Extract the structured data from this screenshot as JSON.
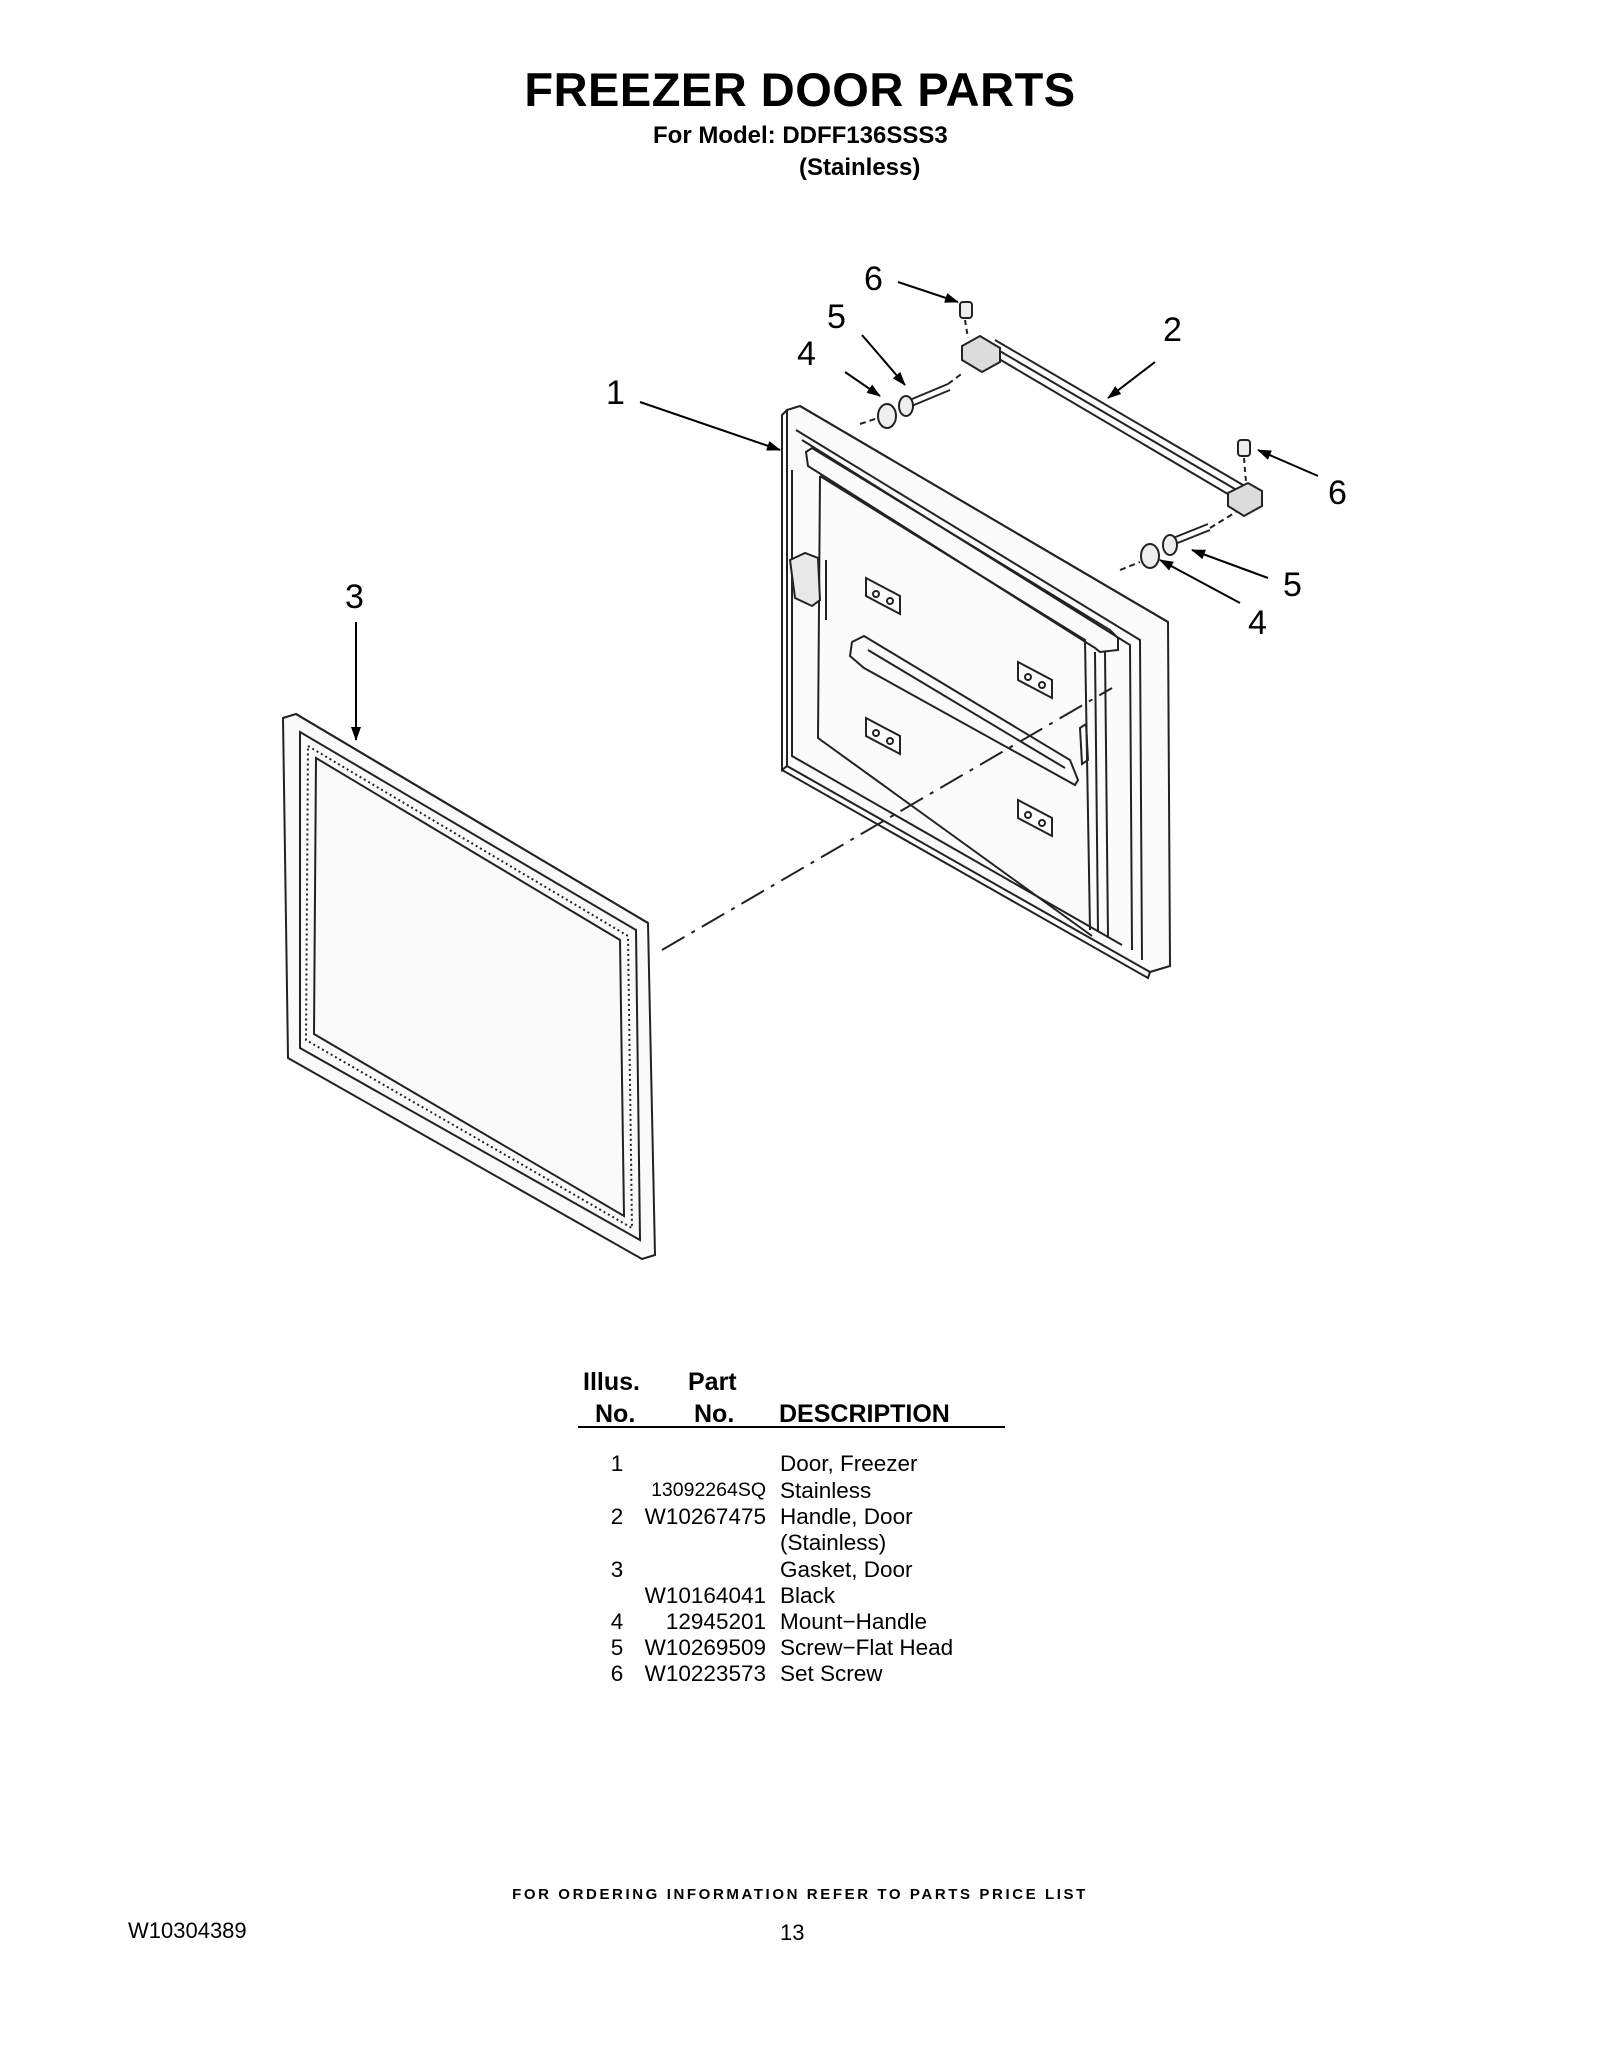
{
  "header": {
    "title": "FREEZER DOOR PARTS",
    "model_line": "For Model: DDFF136SSS3",
    "finish_line": "(Stainless)"
  },
  "diagram": {
    "callouts": [
      "1",
      "2",
      "3",
      "4",
      "5",
      "6",
      "4",
      "5",
      "6"
    ]
  },
  "parts_table": {
    "headers": {
      "illus_top": "Illus.",
      "illus_bottom": "No.",
      "part_top": "Part",
      "part_bottom": "No.",
      "description": "DESCRIPTION"
    },
    "rows": [
      {
        "illus": "1",
        "part": "",
        "desc": "Door, Freezer"
      },
      {
        "illus": "",
        "part": "13092264SQ",
        "desc": "Stainless"
      },
      {
        "illus": "2",
        "part": "W10267475",
        "desc": "Handle, Door"
      },
      {
        "illus": "",
        "part": "",
        "desc": "(Stainless)"
      },
      {
        "illus": "3",
        "part": "",
        "desc": "Gasket, Door"
      },
      {
        "illus": "",
        "part": "W10164041",
        "desc": "Black"
      },
      {
        "illus": "4",
        "part": "12945201",
        "desc": "Mount−Handle"
      },
      {
        "illus": "5",
        "part": "W10269509",
        "desc": "Screw−Flat Head"
      },
      {
        "illus": "6",
        "part": "W10223573",
        "desc": "Set Screw"
      }
    ]
  },
  "footer": {
    "note": "FOR ORDERING INFORMATION REFER TO PARTS PRICE LIST",
    "doc_number": "W10304389",
    "page_number": "13"
  }
}
